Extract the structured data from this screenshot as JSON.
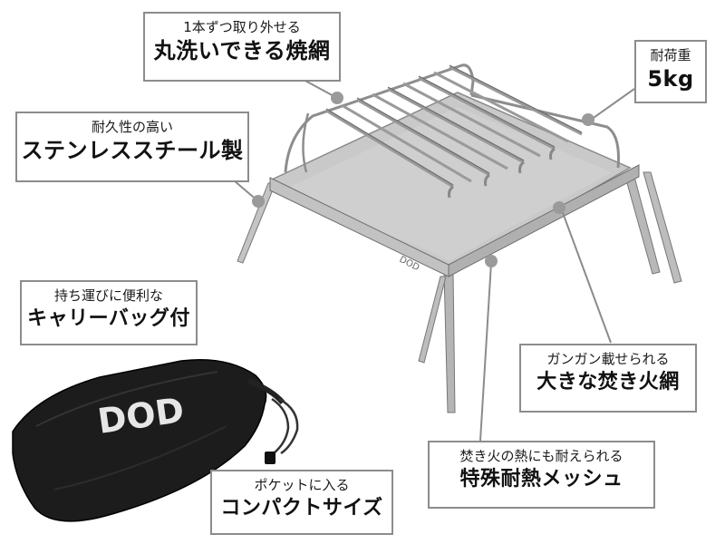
{
  "callouts": {
    "removable_rods": {
      "sub": "1本ずつ取り外せる",
      "main": "丸洗いできる焼網"
    },
    "load_capacity": {
      "sub": "耐荷重",
      "main": "5kg"
    },
    "stainless": {
      "sub": "耐久性の高い",
      "main": "ステンレススチール製"
    },
    "carry_bag": {
      "sub": "持ち運びに便利な",
      "main": "キャリーバッグ付"
    },
    "fire_net": {
      "sub": "ガンガン載せられる",
      "main": "大きな焚き火網"
    },
    "heat_mesh": {
      "sub": "焚き火の熱にも耐えられる",
      "main": "特殊耐熱メッシュ"
    },
    "compact": {
      "sub": "ポケットに入る",
      "main": "コンパクトサイズ"
    }
  },
  "product": {
    "frame_logo": "DOD",
    "bag_logo": "DOD"
  },
  "colors": {
    "border": "#8c8c8c",
    "steel": "#b9b9b9",
    "mesh": "#c8c8c8",
    "bag": "#1c1c1c"
  }
}
